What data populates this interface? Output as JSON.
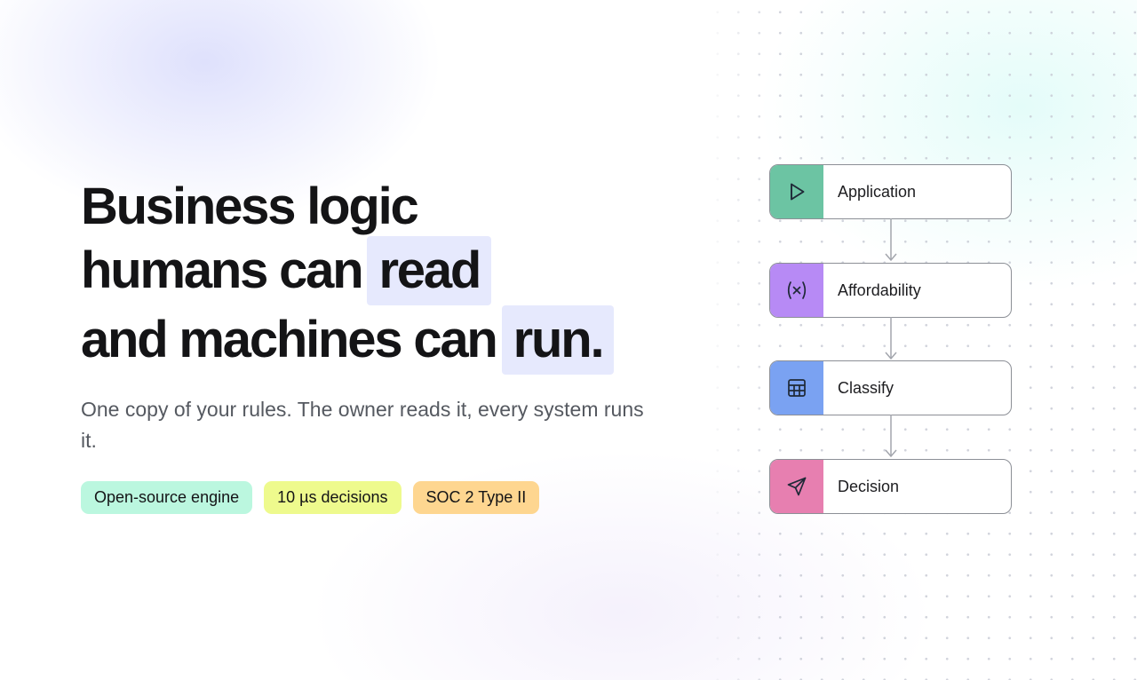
{
  "hero": {
    "headline": {
      "line1": "Business logic",
      "line2_prefix": "humans can",
      "line2_highlight": "read",
      "line3_prefix": "and machines can",
      "line3_highlight": "run."
    },
    "subtitle": "One copy of your rules. The owner reads it, every system runs it.",
    "badges": [
      {
        "label": "Open-source engine",
        "color": "#bbf7df"
      },
      {
        "label": "10 µs decisions",
        "color": "#eefa8d"
      },
      {
        "label": "SOC 2 Type II",
        "color": "#fed690"
      }
    ]
  },
  "flow": {
    "nodes": [
      {
        "label": "Application",
        "icon": "play-icon",
        "color": "#6cc4a3"
      },
      {
        "label": "Affordability",
        "icon": "function-icon",
        "color": "#b78af5"
      },
      {
        "label": "Classify",
        "icon": "table-icon",
        "color": "#7aa2f2"
      },
      {
        "label": "Decision",
        "icon": "send-icon",
        "color": "#e77fb0"
      }
    ]
  },
  "colors": {
    "highlight": "#e6e9fd",
    "text": "#141416",
    "subtitle": "#555960"
  }
}
